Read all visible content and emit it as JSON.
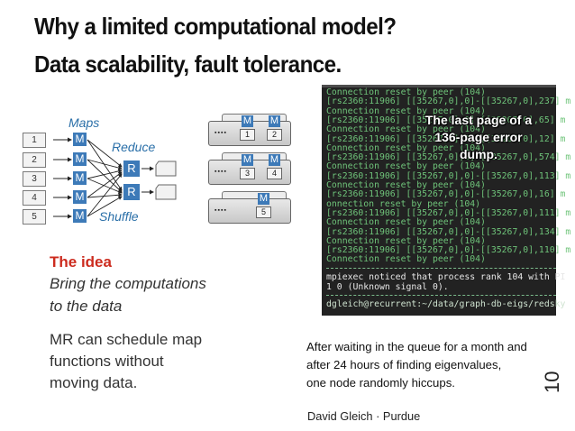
{
  "title": {
    "line1": "Why a limited computational model?",
    "line2": "Data scalability, fault tolerance."
  },
  "diagram": {
    "maps_label": "Maps",
    "reduce_label": "Reduce",
    "shuffle_label": "Shuffle",
    "inputs": [
      "1",
      "2",
      "3",
      "4",
      "5"
    ],
    "map_glyph": "M",
    "reduce_glyph": "R",
    "nodes": [
      {
        "dots": "▪▪▪▪",
        "ids": [
          "1",
          "2"
        ]
      },
      {
        "dots": "▪▪▪▪",
        "ids": [
          "3",
          "4"
        ]
      },
      {
        "dots": "▪▪▪▪",
        "ids": [
          "5"
        ]
      }
    ]
  },
  "terminal": {
    "lines": [
      "Connection reset by peer (104)",
      "[rs2360:11906] [[35267,0],0]-[[35267,0],237] m",
      "Connection reset by peer (104)",
      "[rs2360:11906] [[35267,0],0]-[[35267,0],65] m",
      "Connection reset by peer (104)",
      "[rs2360:11906] [[35267,0],0]-[[35267,0],12] m",
      "Connection reset by peer (104)",
      "[rs2360:11906] [[35267,0],0]-[[35267,0],574] m",
      "Connection reset by peer (104)",
      "[rs2360:11906] [[35267,0],0]-[[35267,0],113] m",
      "Connection reset by peer (104)",
      "[rs2360:11906] [[35267,0],0]-[[35267,0],16] m",
      "onnection reset by peer (104)",
      "[rs2360:11906] [[35267,0],0]-[[35267,0],111] m",
      "Connection reset by peer (104)",
      "[rs2360:11906] [[35267,0],0]-[[35267,0],134] m",
      "Connection reset by peer (104)",
      "[rs2360:11906] [[35267,0],0]-[[35267,0],110] m",
      "Connection reset by peer (104)"
    ],
    "mpi_line1": "mpiexec noticed that process rank 104 with PI",
    "mpi_line2": "1 0 (Unknown signal 0).",
    "prompt": "dgleich@recurrent:~/data/graph-db-eigs/redsky",
    "caption": "The last page of a 136-page error dump."
  },
  "idea": {
    "heading": "The idea",
    "body_line1": "Bring the computations",
    "body_line2": "to the data"
  },
  "mr": {
    "line1": "MR can schedule map",
    "line2": "functions without",
    "line3": "moving data."
  },
  "after": {
    "line1": "After waiting in the queue for a month and",
    "line2": "after 24 hours of finding eigenvalues,",
    "line3": "one node randomly hiccups."
  },
  "footer": {
    "author": "David Gleich · Purdue",
    "page": "10"
  },
  "colors": {
    "accent_red": "#cc2b1e",
    "diagram_blue": "#3d7ab8",
    "terminal_bg": "#222222",
    "terminal_green": "#6fc47a"
  }
}
